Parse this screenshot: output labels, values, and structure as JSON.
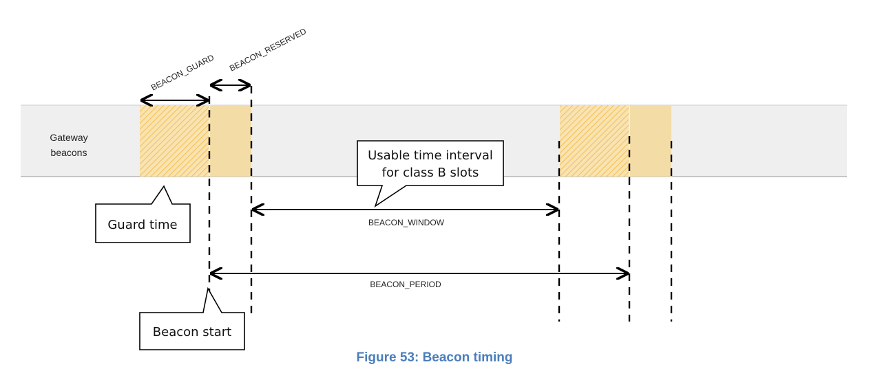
{
  "lane": {
    "label_line1": "Gateway",
    "label_line2": "beacons"
  },
  "dimensions": {
    "guard": "BEACON_GUARD",
    "reserved": "BEACON_RESERVED",
    "window": "BEACON_WINDOW",
    "period": "BEACON_PERIOD"
  },
  "callouts": {
    "usable_line1": "Usable time interval",
    "usable_line2": "for class B slots",
    "guard_time": "Guard time",
    "beacon_start": "Beacon start"
  },
  "caption": "Figure 53: Beacon timing",
  "colors": {
    "lane_bg": "#efefef",
    "beacon_fill": "#f4dca6",
    "guard_hatch": "#f7c75e",
    "caption": "#4a7ebb"
  }
}
